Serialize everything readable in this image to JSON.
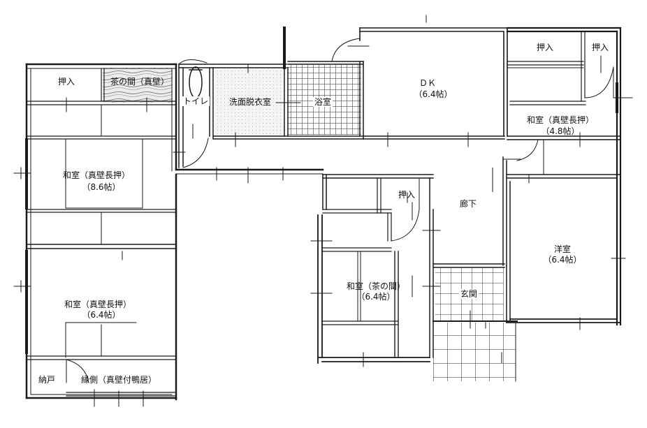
{
  "rooms": {
    "oshiire_w": "押入",
    "chanoma_tokonoma": "茶の間（真壁）",
    "toilet": "トイレ",
    "washroom": "洗面脱衣室",
    "bath": "浴室",
    "dk": {
      "name": "ＤＫ",
      "size": "（6.4帖）"
    },
    "oshiire_ne1": "押入",
    "oshiire_ne2": "押入",
    "washitsu_ne": {
      "name": "和室（真壁長押）",
      "size": "（4.8帖）"
    },
    "washitsu_w1": {
      "name": "和室（真壁長押）",
      "size": "（8.6帖）"
    },
    "oshiire_c": "押入",
    "rouka": "廊下",
    "youshitsu": {
      "name": "洋室",
      "size": "（6.4帖）"
    },
    "washitsu_w2": {
      "name": "和室（真壁長押）",
      "size": "（6.4帖）"
    },
    "washitsu_c": {
      "name": "和室（茶の間）",
      "size": "（6.4帖）"
    },
    "genkan": "玄関",
    "nando": "納戸",
    "engawa": "縁側（真壁付鴨居）"
  },
  "colors": {
    "wall": "#1a1a1a",
    "tile": "#222222",
    "wood": "#d8d8d8",
    "floor_dot": "#e6e6e6"
  }
}
